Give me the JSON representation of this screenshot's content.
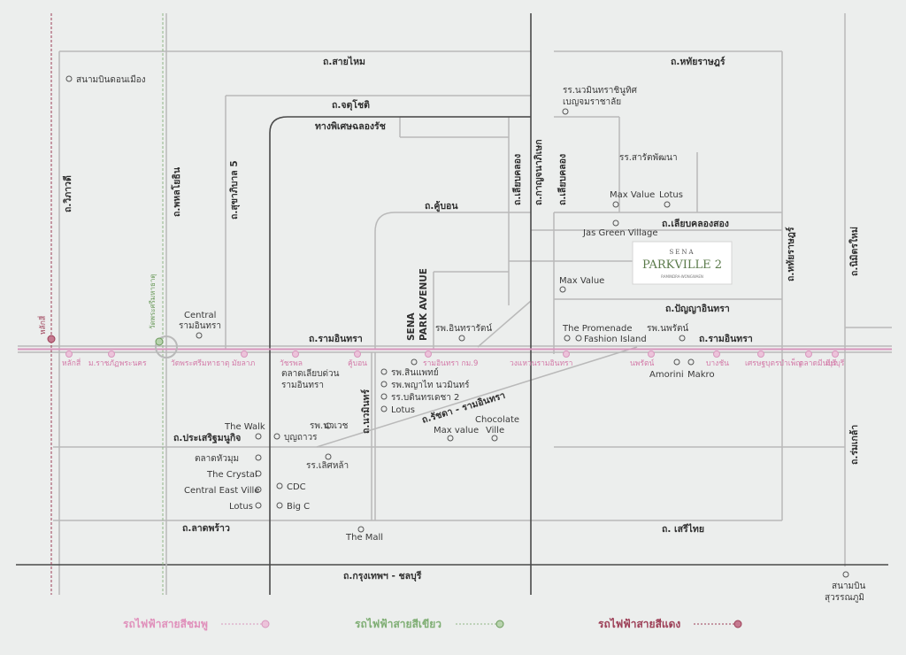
{
  "roads": {
    "sai_mai": "ถ.สายไหม",
    "hathai_rat_top": "ถ.หทัยราษฎร์",
    "chatu_chot": "ถ.จตุโชติ",
    "expressway": "ทางพิเศษฉลองรัช",
    "vibhavadi": "ถ.วิภาวดี",
    "phahonyothin": "ถ.พหลโยธิน",
    "sukhaphiban5": "ถ.สุขาภิบาล 5",
    "liab_khlong_v1": "ถ.เลียบคลอง",
    "kanchanaphisek": "ถ.กาญจนาภิเษก",
    "liab_khlong_v2": "ถ.เลียบคลอง",
    "ku_bon": "ถ.คู้บอน",
    "liab_khlong_song": "ถ.เลียบคลองสอง",
    "hathai_rat_right": "ถ.หทัยราษฎร์",
    "nimit_mai": "ถ.นิมิตรใหม่",
    "panya_intra": "ถ.ปัญญาอินทรา",
    "ram_intra_left": "ถ.รามอินทรา",
    "ram_intra_right": "ถ.รามอินทรา",
    "nawamin": "ถ.นวมินทร์",
    "ratchada_ramintra": "ถ.รัชดา - รามอินทรา",
    "prasert_manukit": "ถ.ประเสริฐมนูกิจ",
    "lat_phrao": "ถ.ลาดพร้าว",
    "seri_thai": "ถ. เสรีไทย",
    "romklao": "ถ.ร่มเกล้า",
    "krungthep_chonburi": "ถ.กรุงเทพฯ - ชลบุรี"
  },
  "places": {
    "don_mueang": "สนามบินดอนเมือง",
    "nawamin_school_1": "รร.นวมินทราชินูทิศ",
    "nawamin_school_2": "เบญจมราชาลัย",
    "sarit_school": "รร.สารัตพัฒนา",
    "max_value_1": "Max Value",
    "lotus_1": "Lotus",
    "jas_green": "Jas Green Village",
    "max_value_2": "Max Value",
    "central_1": "Central",
    "central_2": "รามอินทรา",
    "sena_avenue_1": "SENA",
    "sena_avenue_2": "PARK AVENUE",
    "intrarat_hospital": "รพ.อินทรารัตน์",
    "promenade_1": "The Promenade",
    "promenade_2": "Fashion Island",
    "phyathai_phat": "รพ.นพรัตน์",
    "sinphat": "รพ.สินแพทย์",
    "phyathai_nawamin": "รพ.พญาไท นวมินทร์",
    "bodin": "รร.บดินทรเดชา 2",
    "lotus_2": "Lotus",
    "liab_market_1": "ตลาดเลียบด่วน",
    "liab_market_2": "รามอินทรา",
    "amorini": "Amorini",
    "makro": "Makro",
    "the_walk": "The Walk",
    "nawavej": "รพ.นวเวช",
    "boonthavorn": "บุญถาวร",
    "chocolate_1": "Chocolate",
    "chocolate_2": "Ville",
    "max_value_3": "Max value",
    "talad_huamum": "ตลาดหัวมุม",
    "the_crystal": "The Crystal",
    "central_east": "Central East Ville",
    "lotus_3": "Lotus",
    "cdc": "CDC",
    "big_c": "Big C",
    "lerdsin": "รร.เลิศหล้า",
    "the_mall": "The Mall",
    "suvarnabhumi_1": "สนามบิน",
    "suvarnabhumi_2": "สุวรรณภูมิ"
  },
  "project": {
    "brand": "SENA",
    "name": "PARKVILLE 2",
    "subtitle": "RAMINDRA-WONGWAEN"
  },
  "stations": {
    "pink": [
      "หลักสี่",
      "ม.ราชภัฏพระนคร",
      "วัดพระศรีมหาธาตุ",
      "มัยลาภ",
      "วัชรพล",
      "คู้บอน",
      "รามอินทรา กม.9",
      "วงแหวนรามอินทรา",
      "นพรัตน์",
      "บางชัน",
      "เศรษฐบุตรบำเพ็ญ",
      "ตลาดมีนบุรี",
      "มีนบุรี"
    ],
    "green": "วัดพระศรีมหาธาตุ",
    "red": "หลักสี่"
  },
  "legend": {
    "pink": "รถไฟฟ้าสายสีชมพู",
    "green": "รถไฟฟ้าสายสีเขียว",
    "red": "รถไฟฟ้าสายสีแดง"
  },
  "colors": {
    "pink_line": "#d896bd",
    "green_line": "#8fb585",
    "red_line": "#9c3e56",
    "minor_road": "#b9b9b9",
    "major_road": "#4a4a4a"
  }
}
